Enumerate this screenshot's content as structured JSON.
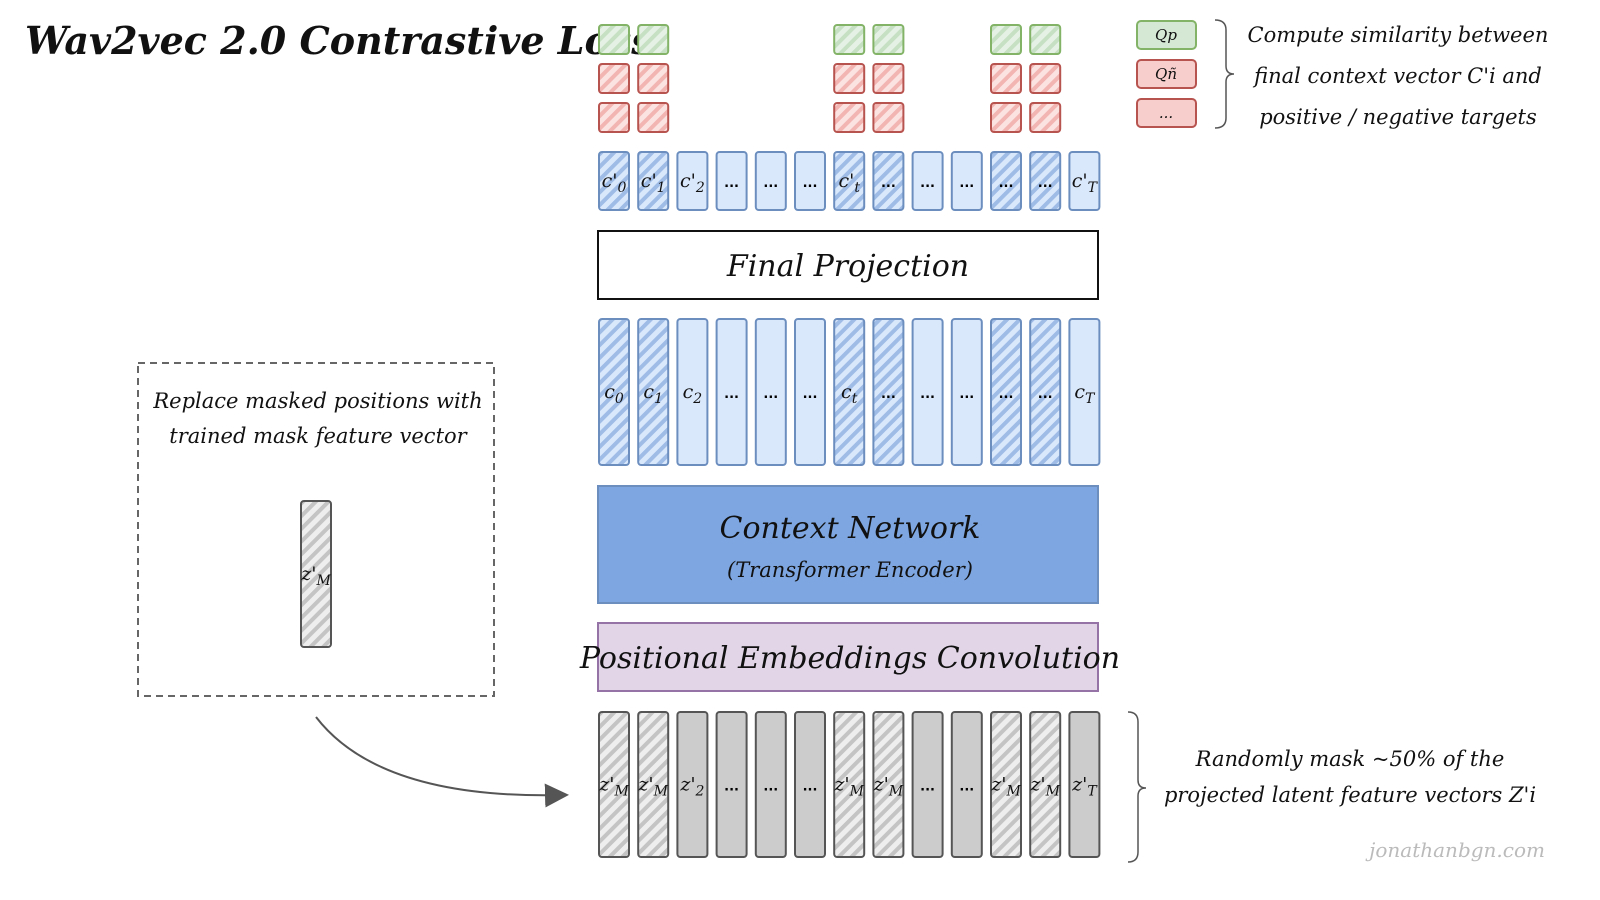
{
  "title": "Wav2vec 2.0 Contrastive Loss",
  "colors": {
    "blue_fill": "#dae8fc",
    "blue_stroke": "#6c8ebf",
    "green_fill": "#d5e8d4",
    "green_stroke": "#82b366",
    "red_fill": "#f8cecc",
    "red_stroke": "#b85450",
    "gray_fill": "#cccccc",
    "gray_stroke": "#555555",
    "context_fill": "#7ea6e0",
    "purple_fill": "#e1d5e7",
    "purple_stroke": "#9673a6"
  },
  "final_projection": {
    "label": "Final Projection"
  },
  "context_network": {
    "label": "Context Network",
    "sublabel": "(Transformer Encoder)"
  },
  "positional": {
    "label": "Positional Embeddings Convolution"
  },
  "masked_columns": [
    0,
    1,
    6,
    7,
    10,
    11
  ],
  "rows": {
    "final_context": [
      {
        "base": "c'",
        "sub": "0"
      },
      {
        "base": "c'",
        "sub": "1"
      },
      {
        "base": "c'",
        "sub": "2"
      },
      {
        "base": "...",
        "sub": ""
      },
      {
        "base": "...",
        "sub": ""
      },
      {
        "base": "...",
        "sub": ""
      },
      {
        "base": "c'",
        "sub": "t"
      },
      {
        "base": "...",
        "sub": ""
      },
      {
        "base": "...",
        "sub": ""
      },
      {
        "base": "...",
        "sub": ""
      },
      {
        "base": "...",
        "sub": ""
      },
      {
        "base": "...",
        "sub": ""
      },
      {
        "base": "c'",
        "sub": "T"
      }
    ],
    "context": [
      {
        "base": "c",
        "sub": "0"
      },
      {
        "base": "c",
        "sub": "1"
      },
      {
        "base": "c",
        "sub": "2"
      },
      {
        "base": "...",
        "sub": ""
      },
      {
        "base": "...",
        "sub": ""
      },
      {
        "base": "...",
        "sub": ""
      },
      {
        "base": "c",
        "sub": "t"
      },
      {
        "base": "...",
        "sub": ""
      },
      {
        "base": "...",
        "sub": ""
      },
      {
        "base": "...",
        "sub": ""
      },
      {
        "base": "...",
        "sub": ""
      },
      {
        "base": "...",
        "sub": ""
      },
      {
        "base": "c",
        "sub": "T"
      }
    ],
    "latent": [
      {
        "base": "z'",
        "sub": "M"
      },
      {
        "base": "z'",
        "sub": "M"
      },
      {
        "base": "z'",
        "sub": "2"
      },
      {
        "base": "...",
        "sub": ""
      },
      {
        "base": "...",
        "sub": ""
      },
      {
        "base": "...",
        "sub": ""
      },
      {
        "base": "z'",
        "sub": "M"
      },
      {
        "base": "z'",
        "sub": "M"
      },
      {
        "base": "...",
        "sub": ""
      },
      {
        "base": "...",
        "sub": ""
      },
      {
        "base": "z'",
        "sub": "M"
      },
      {
        "base": "z'",
        "sub": "M"
      },
      {
        "base": "z'",
        "sub": "T"
      }
    ]
  },
  "legend": {
    "items": [
      {
        "label": "Qp",
        "kind": "positive"
      },
      {
        "label": "Qñ",
        "kind": "negative"
      },
      {
        "label": "...",
        "kind": "negative"
      }
    ],
    "note": [
      "Compute similarity between",
      "final context vector C'i and",
      "positive / negative targets"
    ]
  },
  "mask_box": {
    "note": [
      "Replace masked positions with",
      "trained mask feature vector"
    ],
    "vector": {
      "base": "z'",
      "sub": "M"
    }
  },
  "mask_note": [
    "Randomly mask ~50% of the",
    "projected latent feature vectors Z'i"
  ],
  "watermark": "jonathanbgn.com"
}
